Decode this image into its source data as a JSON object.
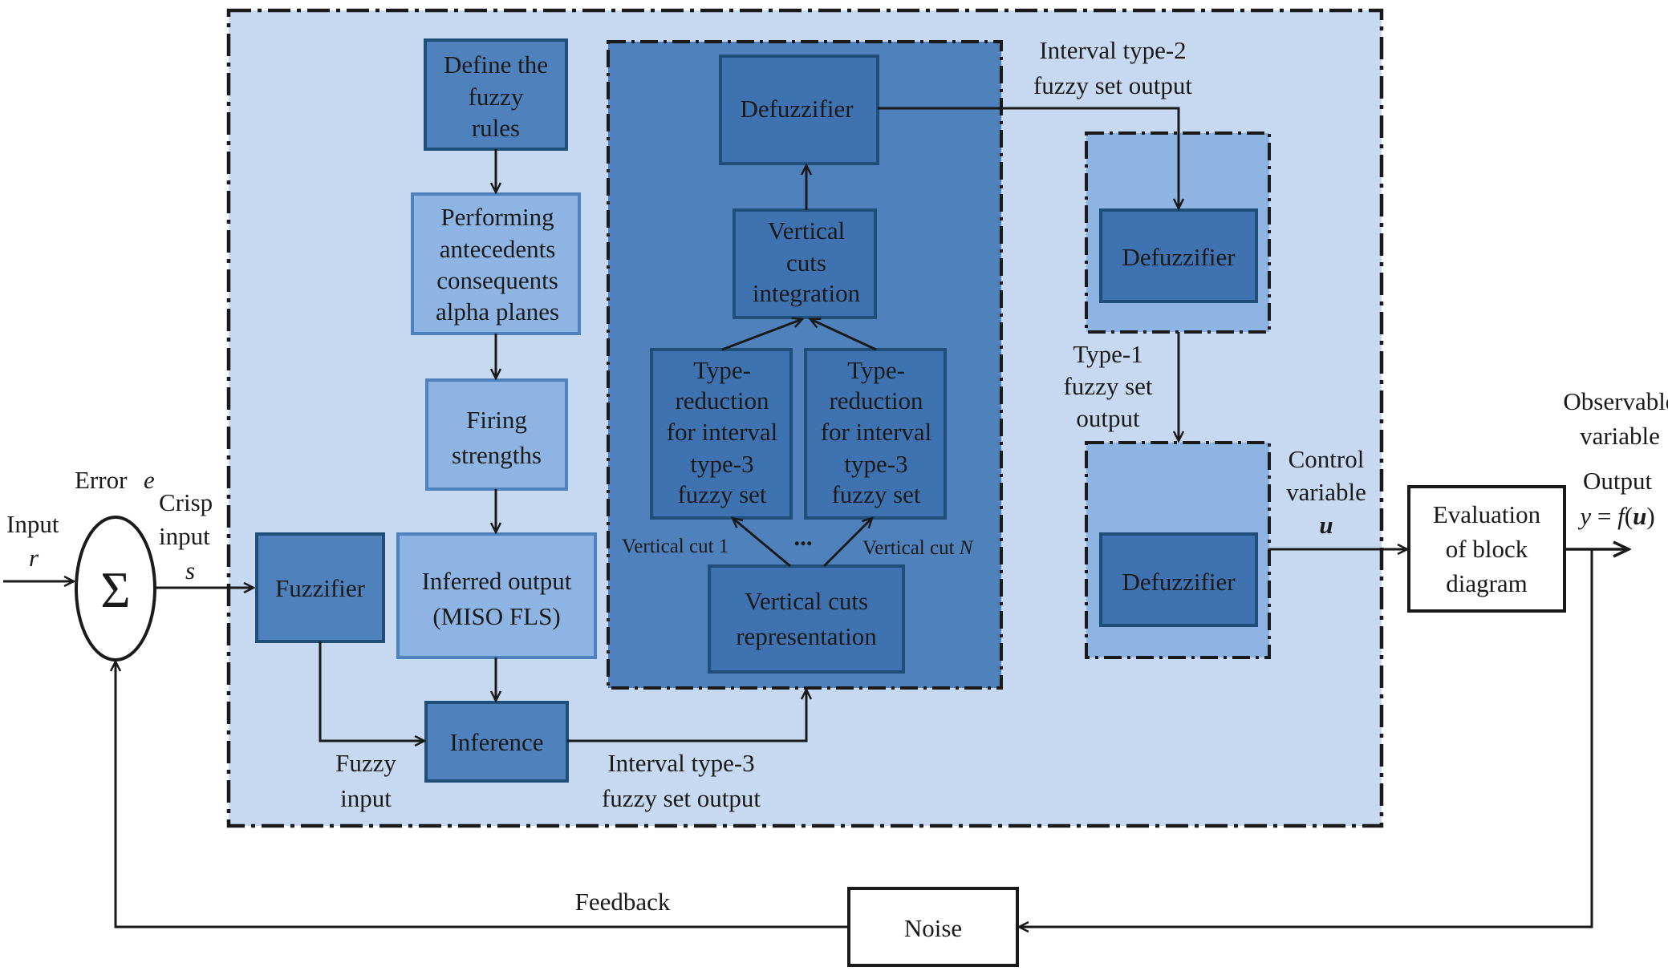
{
  "colors": {
    "outer_panel": "#c6d9f1",
    "dark_block": "#4f81bd",
    "mid_block": "#8eb4e3",
    "darker_block": "#3f72b0",
    "border": "#1f4e79",
    "line": "#1a1a1a",
    "box_white": "#ffffff"
  },
  "inputs": {
    "input_label": "Input",
    "input_symbol": "r",
    "error_label": "Error",
    "error_symbol": "e",
    "sum_symbol": "Σ",
    "crisp_line1": "Crisp",
    "crisp_line2": "input",
    "crisp_symbol": "s"
  },
  "blocks": {
    "fuzzifier": "Fuzzifier",
    "rules": [
      "Define the",
      "fuzzy",
      "rules"
    ],
    "antecedents": [
      "Performing",
      "antecedents",
      "consequents",
      "alpha planes"
    ],
    "firing": [
      "Firing",
      "strengths"
    ],
    "inferred": [
      "Inferred output",
      "(MISO FLS)"
    ],
    "inference": "Inference",
    "defuzzifier_top": "Defuzzifier",
    "vcuts_integration": [
      "Vertical",
      "cuts",
      "integration"
    ],
    "type_reduction_1": [
      "Type-",
      "reduction",
      "for interval",
      "type-3",
      "fuzzy set"
    ],
    "type_reduction_2": [
      "Type-",
      "reduction",
      "for interval",
      "type-3",
      "fuzzy set"
    ],
    "vcuts_representation": [
      "Vertical cuts",
      "representation"
    ],
    "defuzzifier_t2": "Defuzzifier",
    "defuzzifier_t1": "Defuzzifier",
    "evaluation": [
      "Evaluation",
      "of block",
      "diagram"
    ],
    "noise": "Noise"
  },
  "labels": {
    "fuzzy_input": [
      "Fuzzy",
      "input"
    ],
    "it3_output": [
      "Interval type-3",
      "fuzzy set output"
    ],
    "it2_output": [
      "Interval type-2",
      "fuzzy set output"
    ],
    "t1_output": [
      "Type-1",
      "fuzzy set",
      "output"
    ],
    "vertical_cut_1": "Vertical cut 1",
    "vertical_cut_n_prefix": "Vertical cut ",
    "vertical_cut_n_symbol": "N",
    "ellipsis": "...",
    "control": [
      "Control",
      "variable"
    ],
    "control_symbol": "u",
    "observable": [
      "Observable",
      "variable"
    ],
    "output_label": "Output",
    "output_eq_y": "y",
    "output_eq_mid": " = ",
    "output_eq_f": "f",
    "output_eq_open": "(",
    "output_eq_u": "u",
    "output_eq_close": ")",
    "feedback": "Feedback"
  }
}
